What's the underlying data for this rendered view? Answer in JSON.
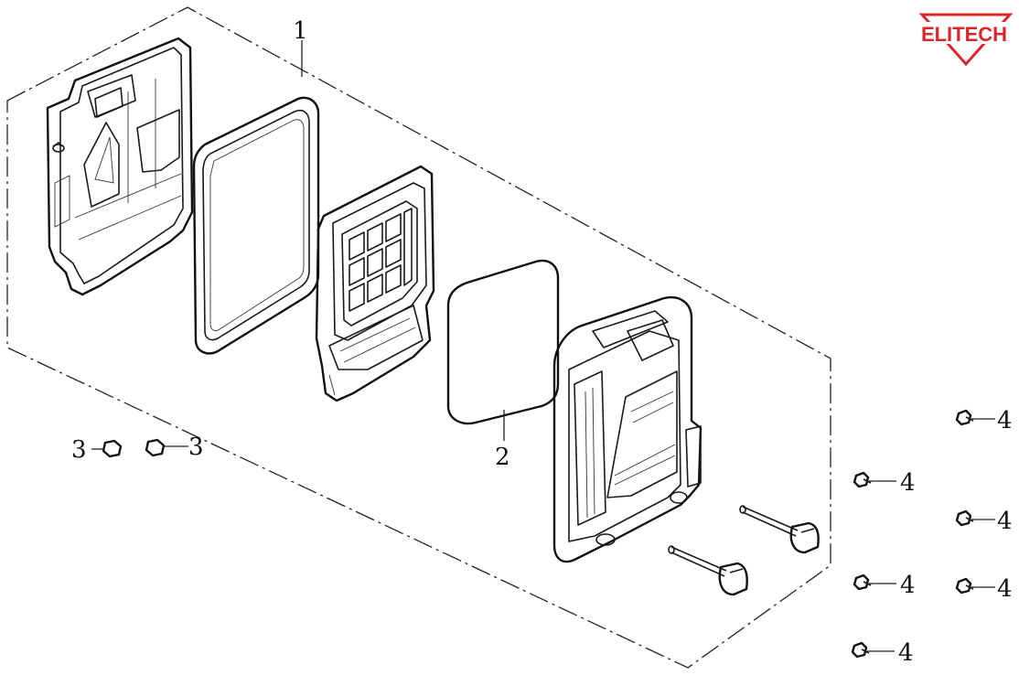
{
  "logo": {
    "text": "ELITECH",
    "color": "#d9262b"
  },
  "callouts": [
    {
      "id": "callout-1",
      "label": "1"
    },
    {
      "id": "callout-2",
      "label": "2"
    },
    {
      "id": "callout-3a",
      "label": "3"
    },
    {
      "id": "callout-3b",
      "label": "3"
    },
    {
      "id": "callout-4a",
      "label": "4"
    },
    {
      "id": "callout-4b",
      "label": "4"
    },
    {
      "id": "callout-4c",
      "label": "4"
    },
    {
      "id": "callout-4d",
      "label": "4"
    },
    {
      "id": "callout-4e",
      "label": "4"
    },
    {
      "id": "callout-4f",
      "label": "4"
    }
  ]
}
